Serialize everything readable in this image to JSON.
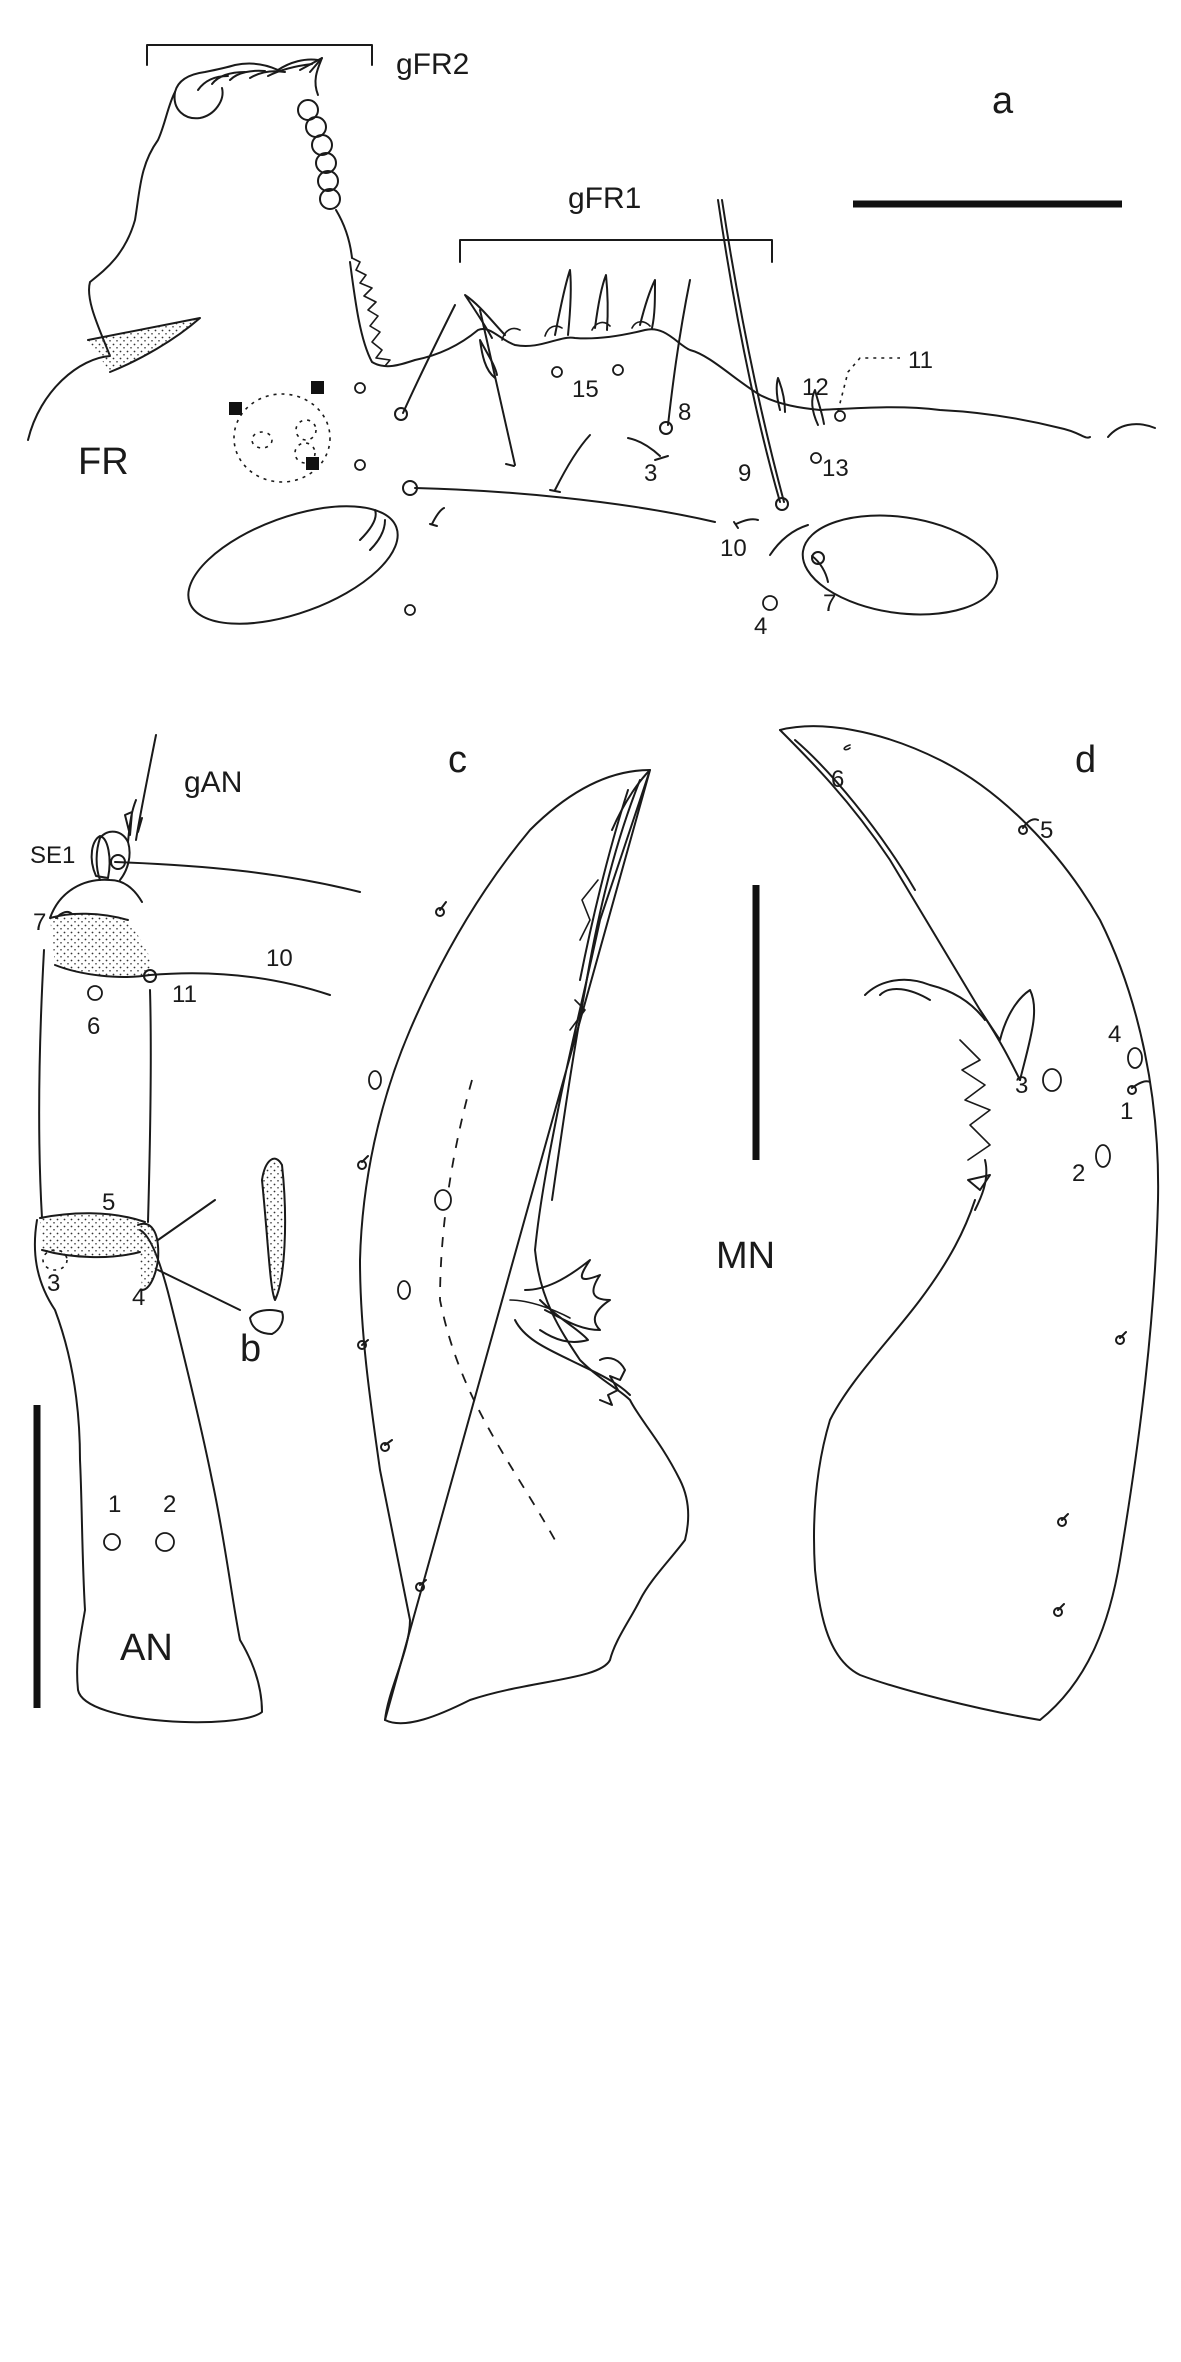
{
  "panels": {
    "a": {
      "letter": "a",
      "region": "FR",
      "group_labels": [
        "gFR2",
        "gFR1"
      ],
      "seta_numbers": [
        "3",
        "4",
        "7",
        "8",
        "9",
        "10",
        "11",
        "12",
        "13",
        "15"
      ]
    },
    "b": {
      "letter": "b",
      "region": "AN",
      "group_label": "gAN",
      "sensillum": "SE1",
      "seta_numbers": [
        "1",
        "2",
        "3",
        "4",
        "5",
        "6",
        "7",
        "10",
        "11"
      ]
    },
    "c": {
      "letter": "c"
    },
    "d": {
      "letter": "d",
      "region": "MN",
      "seta_numbers": [
        "1",
        "2",
        "3",
        "4",
        "5",
        "6"
      ]
    }
  }
}
